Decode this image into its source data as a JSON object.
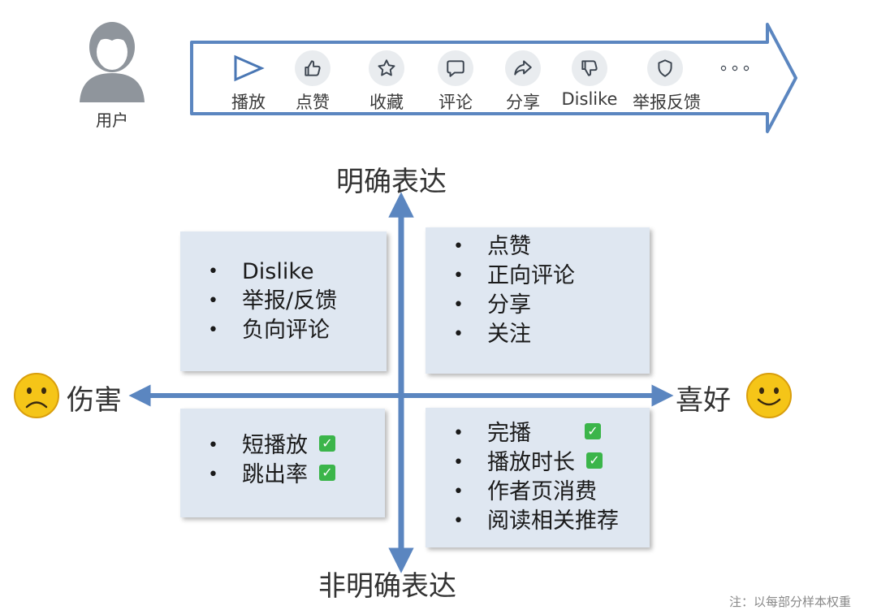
{
  "user": {
    "label": "用户",
    "icon": "user-avatar-icon"
  },
  "actions": [
    {
      "id": "play",
      "label": "播放",
      "icon": "play-triangle-icon"
    },
    {
      "id": "like",
      "label": "点赞",
      "icon": "thumbs-up-icon"
    },
    {
      "id": "favorite",
      "label": "收藏",
      "icon": "star-icon"
    },
    {
      "id": "comment",
      "label": "评论",
      "icon": "comment-bubble-icon"
    },
    {
      "id": "share",
      "label": "分享",
      "icon": "share-arrow-icon"
    },
    {
      "id": "dislike",
      "label": "Dislike",
      "icon": "thumbs-down-icon"
    },
    {
      "id": "report",
      "label": "举报反馈",
      "icon": "shield-icon"
    },
    {
      "id": "more",
      "label": "",
      "icon": "more-dots-icon"
    }
  ],
  "axes": {
    "top": "明确表达",
    "bottom": "非明确表达",
    "left": "伤害",
    "right": "喜好",
    "left_icon": "sad-face-icon",
    "right_icon": "happy-face-icon"
  },
  "quadrants": {
    "top_left": {
      "items": [
        "Dislike",
        "举报/反馈",
        "负向评论"
      ],
      "checks": [
        false,
        false,
        false
      ]
    },
    "top_right": {
      "items": [
        "点赞",
        "正向评论",
        "分享",
        "关注"
      ],
      "checks": [
        false,
        false,
        false,
        false
      ]
    },
    "bottom_left": {
      "items": [
        "短播放",
        "跳出率"
      ],
      "checks": [
        true,
        true
      ]
    },
    "bottom_right": {
      "items": [
        "完播",
        "播放时长",
        "作者页消费",
        "阅读相关推荐"
      ],
      "checks": [
        true,
        true,
        false,
        false
      ]
    }
  },
  "colors": {
    "arrow_stroke": "#5b86c0",
    "box_fill": "#dfe7f1",
    "axis": "#5b86c0",
    "check": "#3bb54a",
    "face": "#f5c518"
  },
  "footnote": "注：以每部分样本权重"
}
